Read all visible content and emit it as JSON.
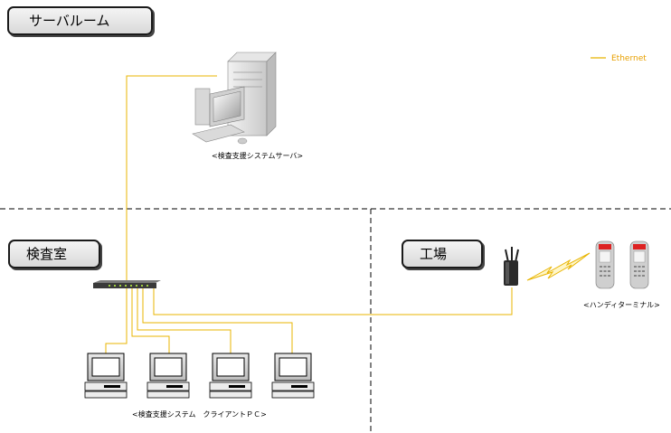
{
  "zones": {
    "server_room": "サーバルーム",
    "inspection_room": "検査室",
    "factory": "工場"
  },
  "legend": {
    "label": "Ethernet",
    "color": "#e8b400"
  },
  "devices": {
    "server_caption": "<検査支援システムサーバ>",
    "handheld_caption": "<ハンディターミナル>",
    "client_caption": "<検査支援システム　クライアントＰＣ>"
  },
  "colors": {
    "ethernet": "#e8b400",
    "divider": "#000000"
  }
}
